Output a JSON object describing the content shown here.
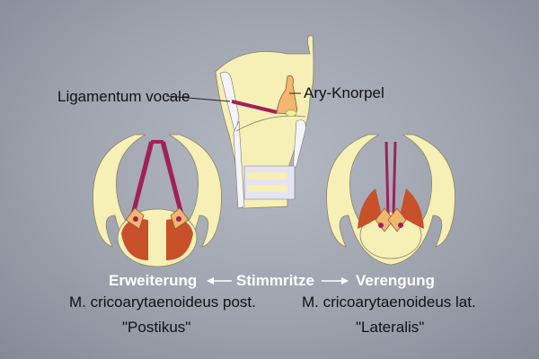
{
  "labels": {
    "ligamentum": "Ligamentum vocale",
    "ary": "Ary-Knorpel",
    "erweiterung": "Erweiterung",
    "stimmritze": "Stimmritze",
    "verengung": "Verengung",
    "post_muscle": "M. cricoarytaenoideus post.",
    "post_name": "\"Postikus\"",
    "lat_muscle": "M. cricoarytaenoideus lat.",
    "lat_name": "\"Lateralis\""
  },
  "colors": {
    "cartilage": "#f6efb6",
    "ligament": "#a0205a",
    "arytenoid": "#f2b670",
    "muscle": "#c8502a"
  }
}
